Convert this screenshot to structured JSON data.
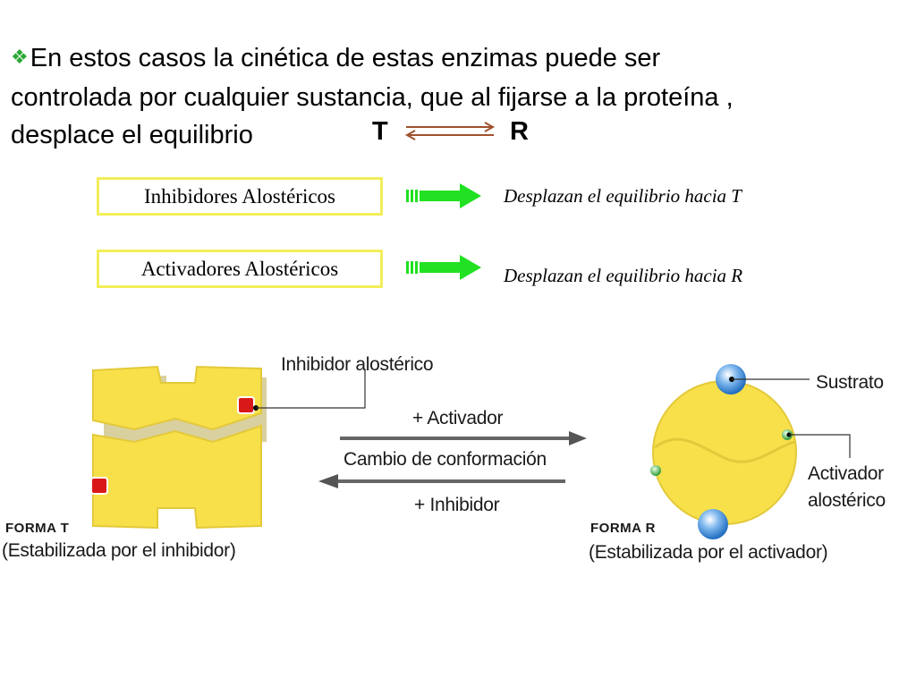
{
  "intro": {
    "bullet_icon": "diamond-cluster-bullet",
    "line1": "En estos casos la cinética de estas enzimas puede ser",
    "line2": "controlada por cualquier sustancia, que al fijarse a la proteína ,",
    "line3": "desplace el equilibrio"
  },
  "equilibrium": {
    "left": "T",
    "right": "R",
    "arrow_color": "#a0522d"
  },
  "rows": [
    {
      "box": "Inhibidores Alostéricos",
      "effect": "Desplazan el equilibrio hacia T"
    },
    {
      "box": "Activadores Alostéricos",
      "effect": "Desplazan el equilibrio hacia R"
    }
  ],
  "colors": {
    "box_border": "#f2ee5a",
    "green_arrow": "#22e022",
    "bullet": "#2aa836",
    "protein": "#f7e04a",
    "inhibitor_site": "#d91818",
    "substrate": "#3d8ee0",
    "activator": "#46b84a"
  },
  "figure": {
    "inhibitor_label": "Inhibidor alostérico",
    "substrate_label": "Sustrato",
    "activator_label_1": "Activador",
    "activator_label_2": "alostérico",
    "plus_activator": "+ Activador",
    "conformation_change": "Cambio de conformación",
    "plus_inhibitor": "+ Inhibidor",
    "form_t": "FORMA T",
    "form_t_note": "(Estabilizada por el inhibidor)",
    "form_r": "FORMA R",
    "form_r_note": "(Estabilizada por el activador)"
  }
}
